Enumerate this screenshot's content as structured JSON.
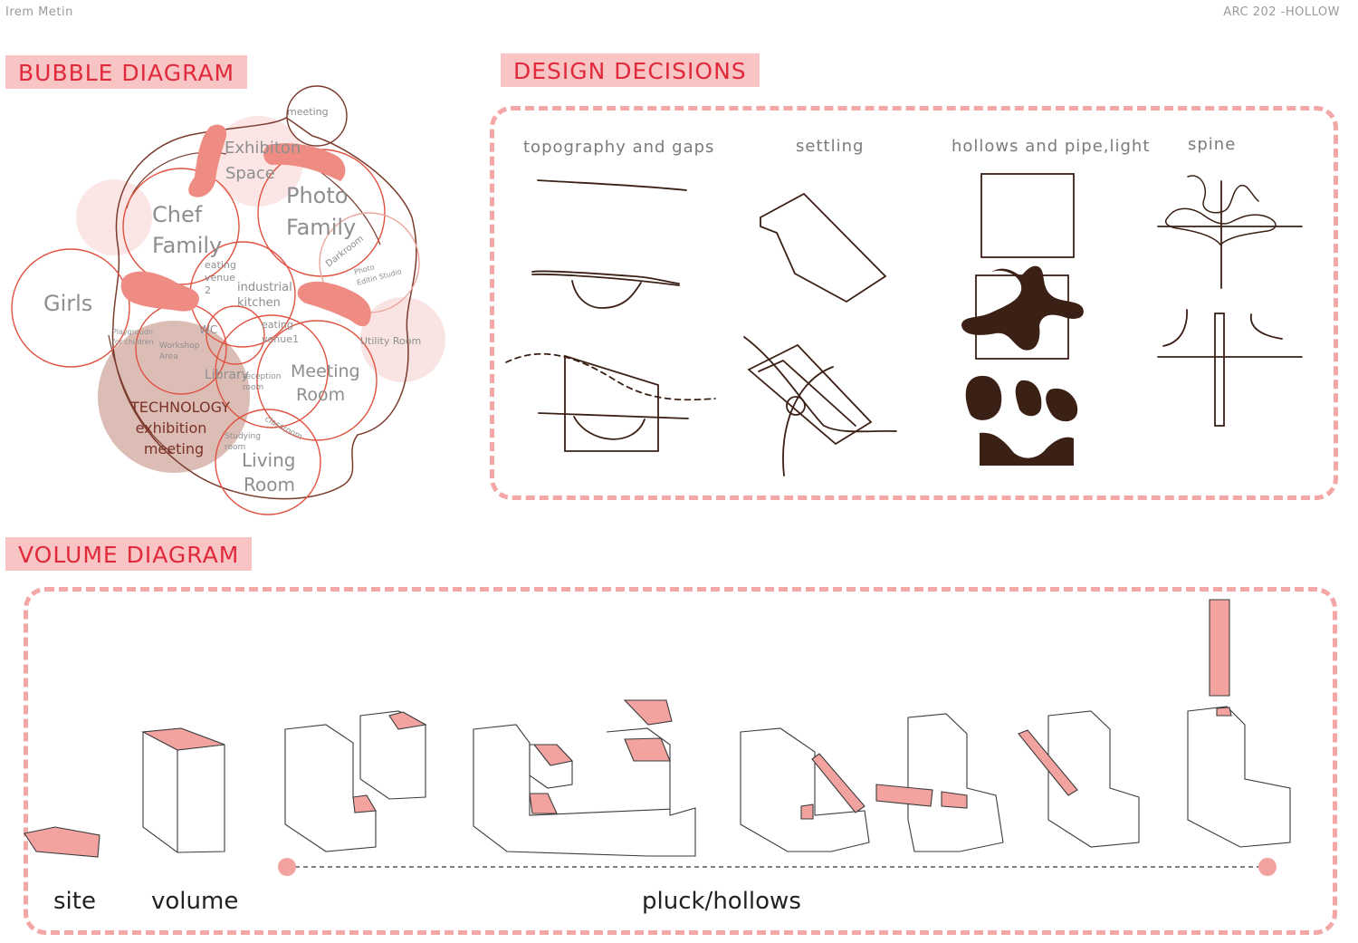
{
  "header": {
    "author": "Irem Metin",
    "course": "ARC 202 -HOLLOW"
  },
  "bubble_section": {
    "title": "BUBBLE DIAGRAM",
    "labels": {
      "meeting": "meeting",
      "exhibition_1": "Exhibiton",
      "exhibition_2": "Space",
      "chef_1": "Chef",
      "chef_2": "Family",
      "photo_1": "Photo",
      "photo_2": "Family",
      "darkroom": "Darkroom",
      "photo_edit_1": "Photo",
      "photo_edit_2": "Editin Studio",
      "girls": "Girls",
      "eating2_1": "eating",
      "eating2_2": "venue",
      "eating2_3": "2",
      "industrial_1": "industrial",
      "industrial_2": "kitchen",
      "wc": "WC",
      "eating1_1": "eating",
      "eating1_2": "venue1",
      "utility": "Utility Room",
      "playground_1": "Playgroudn",
      "playground_2": "for children",
      "workshop_1": "Workshop",
      "workshop_2": "Area",
      "library": "Library",
      "reception_1": "reception",
      "reception_2": "room",
      "meeting_room_1": "Meeting",
      "meeting_room_2": "Room",
      "technology_1": "TECHNOLOGY",
      "technology_2": "exhibition",
      "technology_3": "meeting",
      "classroom": "classroom",
      "studying_1": "Studying",
      "studying_2": "room",
      "living_1": "Living",
      "living_2": "Room"
    }
  },
  "design_section": {
    "title": "DESIGN DECISIONS",
    "columns": [
      "topography and gaps",
      "settling",
      "hollows and pipe,light",
      "spine"
    ]
  },
  "volume_section": {
    "title": "VOLUME DIAGRAM",
    "labels": {
      "site": "site",
      "volume": "volume",
      "pluck": "pluck/hollows"
    }
  },
  "colors": {
    "accent_red": "#e02a3c",
    "title_bg": "#f8c4c4",
    "dash_pink": "#f3a7a7",
    "fill_pink": "#f2a3a0",
    "connector": "#ee8c84",
    "circle_red": "#e0523f",
    "brown": "#3b2016",
    "tech_fill": "#dcbdb6"
  }
}
